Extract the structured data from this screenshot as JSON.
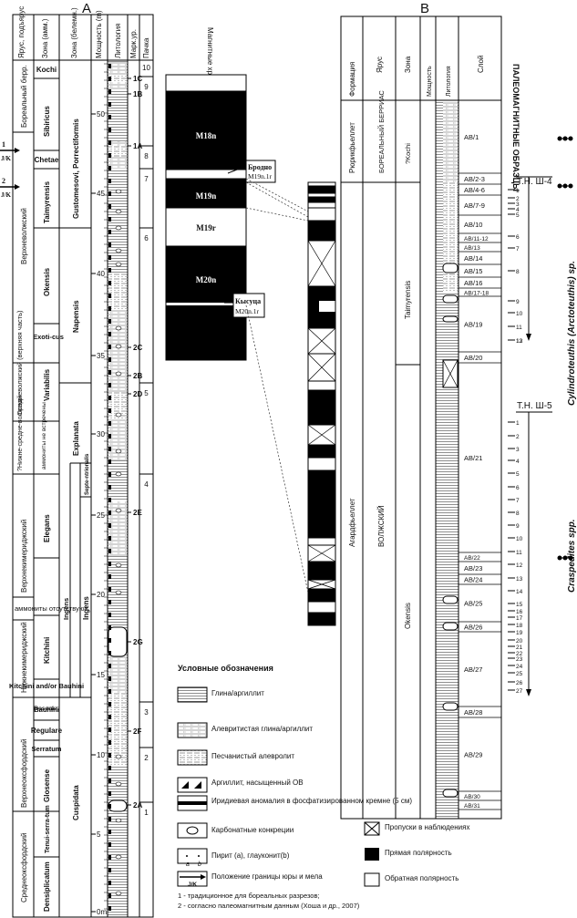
{
  "panel_a": {
    "label": "A",
    "headers": [
      "Ярус, подъярус",
      "Зона (амм.)",
      "Зона (белемн.)",
      "Мощность (m)",
      "Литология",
      "Марк.ур.",
      "Пачка"
    ],
    "stages": [
      "Бореальный берр.",
      "Верхневолжский",
      "Средневолжский (верхняя часть)",
      "?Нижне-средне-волжский",
      "Верхнекимериджский",
      "аммониты отсутствуют",
      "Нижнекимериджский",
      "Верхнеоксфордский",
      "Среднеоксфордский"
    ],
    "amm_zones": [
      "Kochi",
      "Sibiricus",
      "Chetae",
      "Taimyrensis",
      "Okensis",
      "Exoti-cus",
      "Variabilis",
      "аммониты не встречены",
      "Elegans",
      "Kitchini",
      "Kitchini and/or Bauhini",
      "Bauhini",
      "Rosenkr.",
      "Regulare",
      "Serratum",
      "Glosense",
      "Tenui-serra-tum",
      "Densiplicatum"
    ],
    "bel_zones": [
      "Gustomesovi, Porrectiformis",
      "Napensis",
      "Explanata",
      "Septe-ntrionalis",
      "Ingens",
      "Ingens",
      "Cuspidata"
    ],
    "depths": [
      "50",
      "45",
      "40",
      "35",
      "30",
      "25",
      "20",
      "15",
      "10",
      "5",
      "0m"
    ],
    "markers": [
      "1C",
      "1B",
      "1A",
      "2C",
      "2B",
      "2D",
      "2E",
      "2G",
      "2F",
      "2A"
    ],
    "beds": [
      "10",
      "9",
      "8",
      "7",
      "6",
      "5",
      "4",
      "3",
      "2",
      "1"
    ],
    "boundary_labels": [
      "1",
      "J/K",
      "2",
      "J/K"
    ]
  },
  "magnetic": {
    "header": "Магнитные хроны",
    "chrons": [
      "M18n",
      "M19n",
      "M19r",
      "M20n"
    ],
    "callouts": [
      {
        "name": "Бродно",
        "sub": "M19n.1r"
      },
      {
        "name": "Кысуца",
        "sub": "M20n.1r"
      }
    ]
  },
  "panel_b": {
    "label": "B",
    "headers": [
      "Формация",
      "Ярус",
      "Зона",
      "Мощность",
      "Литология",
      "Слой"
    ],
    "formations": [
      "Рюрикфьеллет",
      "Агардфьеллет"
    ],
    "stages": [
      "БОРЕАЛЬНЫЙ БЕРРИАС",
      "ВОЛЖСКИЙ"
    ],
    "zones": [
      "?Kochi",
      "Taimyrensis",
      "Okensis"
    ],
    "layers": [
      "AB/1",
      "AB/2-3",
      "AB/4-6",
      "AB/7-9",
      "AB/10",
      "AB/11-12",
      "AB/13",
      "AB/14",
      "AB/15",
      "AB/16",
      "AB/17-18",
      "AB/19",
      "AB/20",
      "AB/21",
      "AB/22",
      "AB/23",
      "AB/24",
      "AB/25",
      "AB/26",
      "AB/27",
      "AB/28",
      "AB/29",
      "AB/30",
      "AB/31"
    ],
    "paleo_title": "ПАЛЕОМАГНИТНЫЕ ОБРАЗЦЫ",
    "points": [
      "Т.Н. Ш-4",
      "Т.Н. Ш-5"
    ],
    "samples_1": [
      "1",
      "2",
      "3",
      "4",
      "5",
      "6",
      "7",
      "8",
      "9",
      "10",
      "11",
      "12",
      "13"
    ],
    "samples_2": [
      "1",
      "2",
      "3",
      "4",
      "5",
      "6",
      "7",
      "8",
      "9",
      "10",
      "11",
      "12",
      "13",
      "14",
      "15",
      "16",
      "17",
      "18",
      "19",
      "20",
      "21",
      "22",
      "23",
      "24",
      "25",
      "26",
      "27"
    ],
    "taxa": [
      "Cylindroteuthis (Arctoteuthis) sp.",
      "Craspedites spp."
    ]
  },
  "legend": {
    "title": "Условные обозначения",
    "items": [
      "Глина/аргиллит",
      "Алевритистая глина/аргиллит",
      "Песчанистый алевролит",
      "Аргиллит, насыщенный ОВ",
      "Иридиевая аномалия в фосфатизированном кремне (5 см)",
      "Карбонатные конкреции",
      "Пирит (a), глауконит(b)",
      "Положение границы юры и мела"
    ],
    "ab": [
      "a",
      "b"
    ],
    "jk": "J/K",
    "right_items": [
      "Пропуски в наблюдениях",
      "Прямая полярность",
      "Обратная полярность"
    ],
    "notes": [
      "1 - традиционное для бореальных разрезов;",
      "2 - согласно палеомагнитным данным (Хоша и др., 2007)"
    ]
  }
}
